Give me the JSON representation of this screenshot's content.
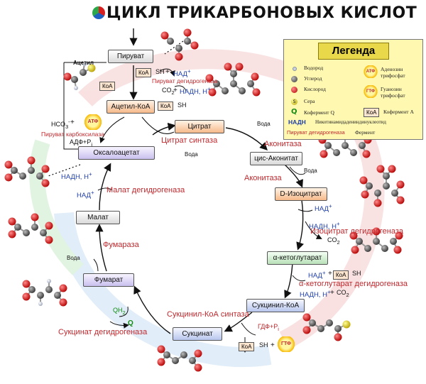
{
  "title": "ЦИКЛ ТРИКАРБОНОВЫХ КИСЛОТ",
  "colors": {
    "arrow": "#111111",
    "enzyme": "#c0282d",
    "cofactor": "#1f3fa8",
    "oxygen": "#e02020",
    "carbon": "#555555",
    "hydrogen": "#d8dde8",
    "legend_bg": "#fff8b0"
  },
  "metabolites": {
    "pyruvate": "Пируват",
    "acetyl_coa": "Ацетил-КоА",
    "citrate": "Цитрат",
    "cis_aconitate": "цис-Аконитат",
    "isocitrate": "D-Изоцитрат",
    "ketoglutarate": "α-кетоглутарат",
    "succinyl_coa": "Сукцинил-КоА",
    "succinate": "Сукцинат",
    "fumarate": "Фумарат",
    "malate": "Малат",
    "oxaloacetate": "Оксалоацетат"
  },
  "enzymes": {
    "pyruvate_dh": "Пируват дегидрогеназа",
    "pyruvate_carboxylase": "Пируват карбоксилаза",
    "citrate_synthase": "Цитрат синтаза",
    "aconitase_1": "Аконитаза",
    "aconitase_2": "Аконитаза",
    "isocitrate_dh": "Изоцитрат дегидрогеназа",
    "kg_dh": "α-кетоглутарат дегидрогеназа",
    "succinyl_synthase": "Сукцинил-КоА синтаза",
    "succinate_dh": "Сукцинат дегидрогеназа",
    "fumarase": "Фумараза",
    "malate_dh": "Малат дегидрогеназа"
  },
  "cofactors": {
    "acetyl": "Ацетил",
    "coa": "КоА",
    "sh": "SH",
    "nad": "НАД",
    "nadh": "НАДН, Н",
    "plus": "+",
    "co2": "CO",
    "hco3": "HCO",
    "atp": "АТФ",
    "adp": "АДФ+P",
    "gdp": "ГДФ+P",
    "gtp": "ГТФ",
    "water": "Вода",
    "q": "Q",
    "qh2": "QH"
  },
  "legend": {
    "title": "Легенда",
    "hydrogen": "Водород",
    "carbon": "Углерод",
    "oxygen": "Кислород",
    "sulfur": "Сера",
    "atp": "Аденозин трифосфат",
    "gtp": "Гуанозин трифосфат",
    "q": "Кофермент Q",
    "coa": "Кофермент А",
    "nadh_abbr": "НАДН",
    "nadh": "Никотинамидадениндинуклеотид",
    "enzyme_sample": "Пируват дегидрогеназа",
    "enzyme": "Фермент"
  }
}
